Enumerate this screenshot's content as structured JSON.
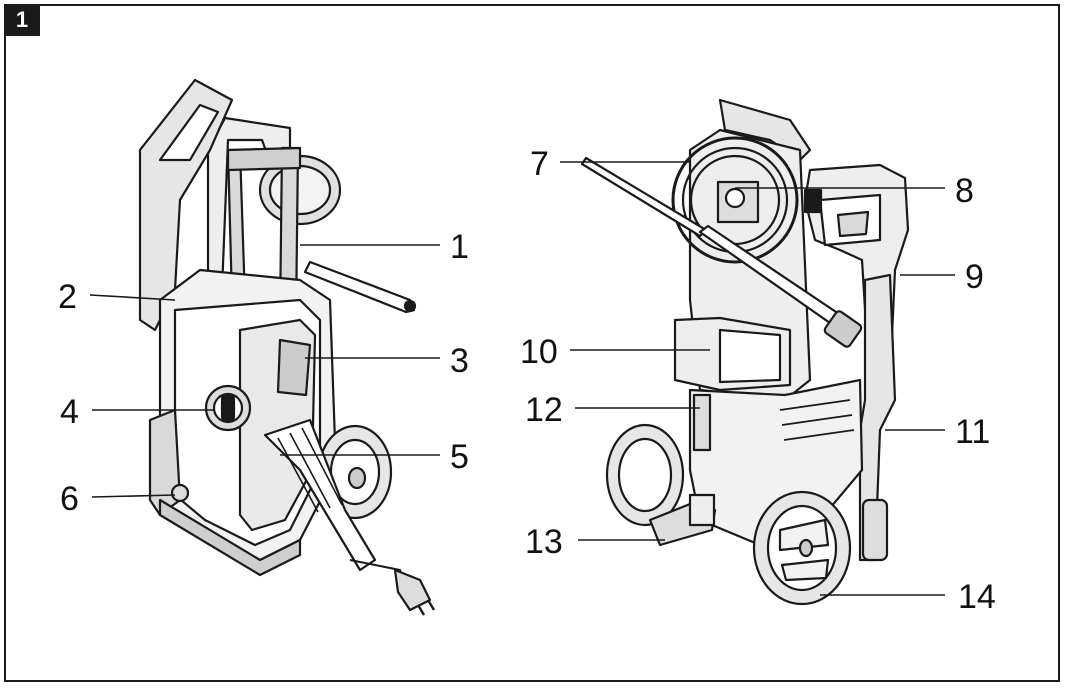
{
  "figure": {
    "number": "1"
  },
  "callouts": [
    {
      "id": "1",
      "label": "1"
    },
    {
      "id": "2",
      "label": "2"
    },
    {
      "id": "3",
      "label": "3"
    },
    {
      "id": "4",
      "label": "4"
    },
    {
      "id": "5",
      "label": "5"
    },
    {
      "id": "6",
      "label": "6"
    },
    {
      "id": "7",
      "label": "7"
    },
    {
      "id": "8",
      "label": "8"
    },
    {
      "id": "9",
      "label": "9"
    },
    {
      "id": "10",
      "label": "10"
    },
    {
      "id": "11",
      "label": "11"
    },
    {
      "id": "12",
      "label": "12"
    },
    {
      "id": "13",
      "label": "13"
    },
    {
      "id": "14",
      "label": "14"
    }
  ],
  "colors": {
    "line": "#1a1a1a",
    "fill_light": "#f4f4f4",
    "fill_mid": "#d9d9d9"
  }
}
